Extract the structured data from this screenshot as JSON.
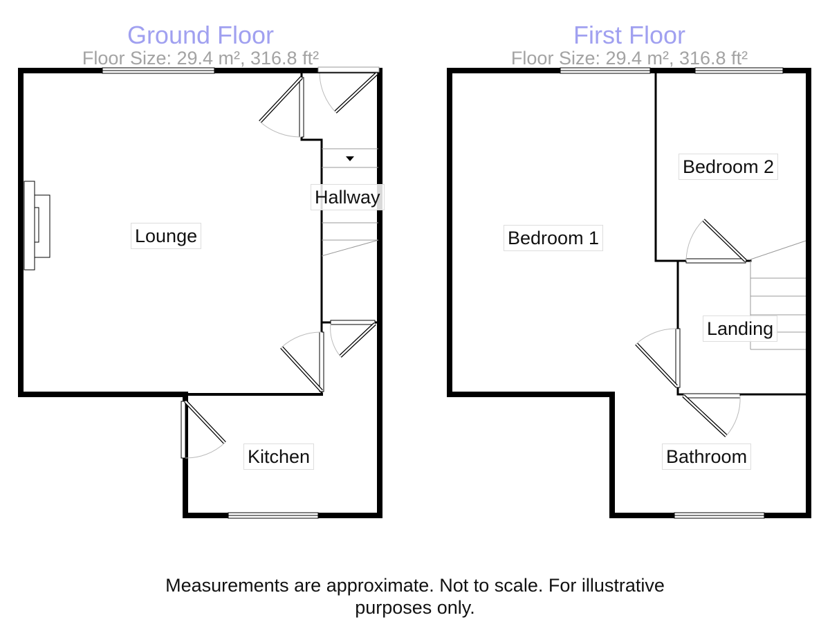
{
  "ground_floor": {
    "title": "Ground Floor",
    "floor_size": "Floor Size: 29.4 m², 316.8 ft²",
    "rooms": {
      "lounge": "Lounge",
      "hallway": "Hallway",
      "kitchen": "Kitchen"
    }
  },
  "first_floor": {
    "title": "First Floor",
    "floor_size": "Floor Size: 29.4 m², 316.8 ft²",
    "rooms": {
      "bedroom1": "Bedroom 1",
      "bedroom2": "Bedroom 2",
      "landing": "Landing",
      "bathroom": "Bathroom"
    }
  },
  "disclaimer": {
    "line1": "Measurements are approximate. Not to scale. For illustrative",
    "line2": "purposes only."
  },
  "colors": {
    "title": "#a0a0f0",
    "subtitle": "#a3a3a3",
    "wall": "#000000"
  }
}
